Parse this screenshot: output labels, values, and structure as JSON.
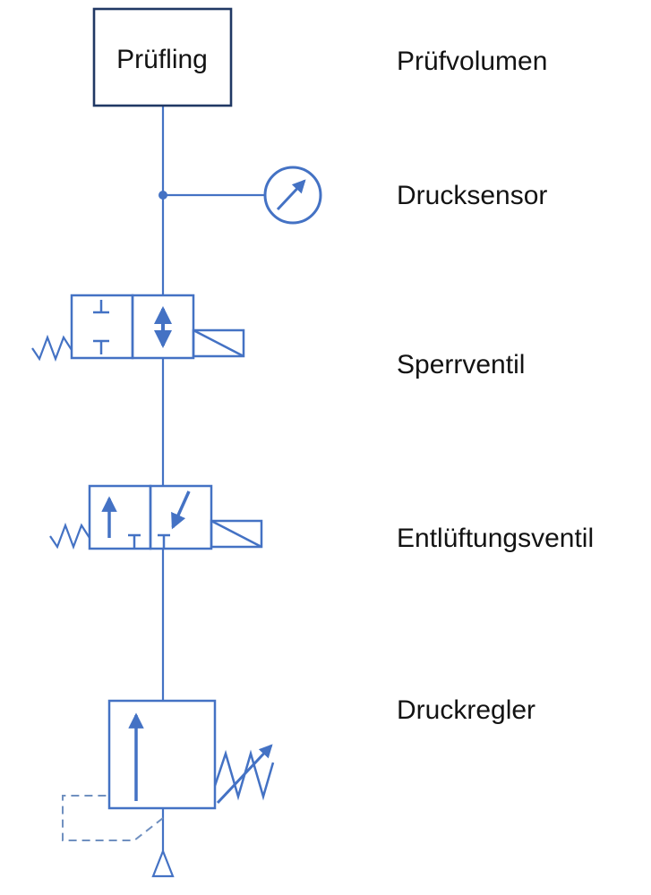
{
  "colors": {
    "line": "#4472C4",
    "dash": "#7090C0",
    "box_border": "#203864",
    "text": "#131313",
    "background": "#FFFFFF"
  },
  "labels": {
    "pruefling": "Prüfling",
    "pruefvolumen": "Prüfvolumen",
    "drucksensor": "Drucksensor",
    "sperrventil": "Sperrventil",
    "entlueftungsventil": "Entlüftungsventil",
    "druckregler": "Druckregler"
  },
  "components": [
    {
      "name": "test-specimen",
      "icon": "rectangle-box",
      "label": "Prüfvolumen"
    },
    {
      "name": "pressure-sensor",
      "icon": "gauge-circle-needle-icon",
      "label": "Drucksensor"
    },
    {
      "name": "shutoff-valve",
      "icon": "2-2-valve-spring-solenoid-icon",
      "label": "Sperrventil"
    },
    {
      "name": "vent-valve",
      "icon": "3-2-valve-spring-solenoid-icon",
      "label": "Entlüftungsventil"
    },
    {
      "name": "pressure-regulator",
      "icon": "regulator-spring-pilot-icon",
      "label": "Druckregler"
    }
  ]
}
